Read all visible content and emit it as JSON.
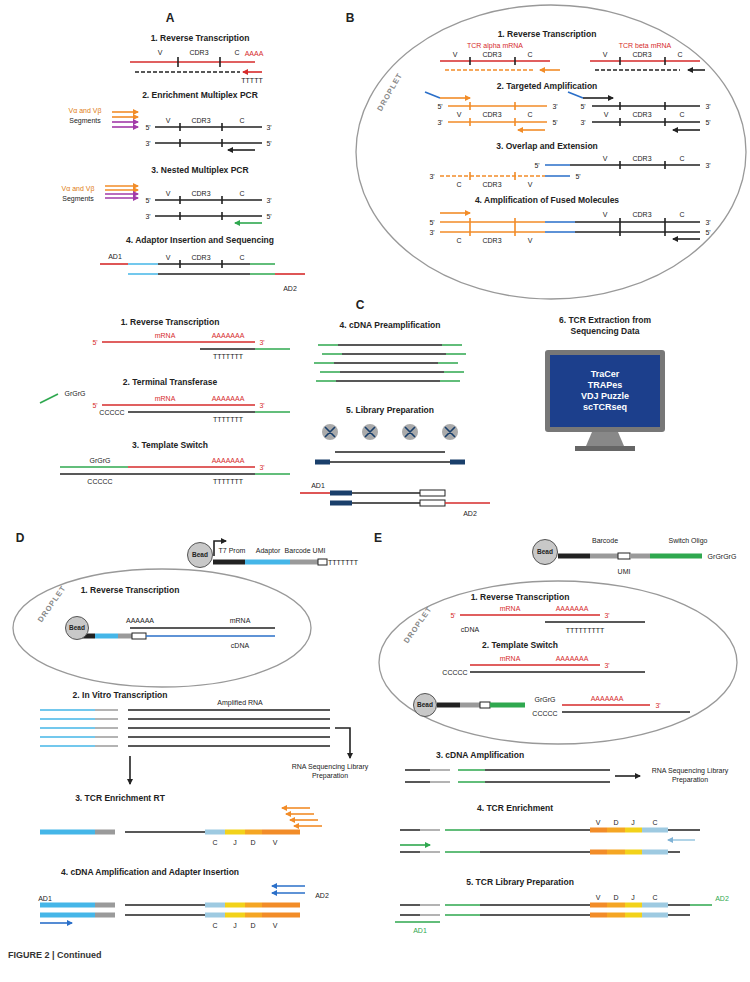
{
  "diagram": {
    "caption": "FIGURE 2 | Continued",
    "nodes": [
      {
        "text": [
          "DROPLET"
        ]
      },
      {
        "text": [
          "TraCer",
          "TRAPes",
          "VDJ Puzzle",
          "scTCRseq"
        ]
      },
      {
        "text": [
          "Bead"
        ]
      },
      {
        "text": [
          "DROPLET"
        ]
      },
      {
        "text": [
          "Bead"
        ],
        "in": 3
      },
      {
        "text": [
          "Bead"
        ]
      },
      {
        "text": [
          "DROPLET"
        ]
      },
      {
        "text": [
          "Bead"
        ],
        "in": 6
      }
    ],
    "labels": [
      "A",
      "1. Reverse Transcription",
      "V",
      "CDR3",
      "C",
      "AAAA",
      "TTTTT",
      "2. Enrichment Multiplex PCR",
      "Vα and Vβ",
      "Segments",
      "5'",
      "V",
      "CDR3",
      "C",
      "3'",
      "3'",
      "5'",
      "3. Nested Multiplex PCR",
      "Vα and Vβ",
      "Segments",
      "5'",
      "V",
      "CDR3",
      "C",
      "3'",
      "3'",
      "5'",
      "4. Adaptor Insertion and Sequencing",
      "AD1",
      "V",
      "CDR3",
      "C",
      "AD2",
      "B",
      "1. Reverse Transcription",
      "TCR alpha mRNA",
      "TCR beta mRNA",
      "V",
      "CDR3",
      "C",
      "V",
      "CDR3",
      "C",
      "2. Targeted Amplification",
      "5'",
      "V",
      "CDR3",
      "C",
      "3'",
      "3'",
      "5'",
      "5'",
      "V",
      "CDR3",
      "C",
      "3'",
      "3'",
      "5'",
      "3. Overlap and Extension",
      "5'",
      "V",
      "CDR3",
      "C",
      "3'",
      "3'",
      "C",
      "CDR3",
      "V",
      "5'",
      "4. Amplification of Fused Molecules",
      "5'",
      "3'",
      "V",
      "CDR3",
      "C",
      "3'",
      "5'",
      "C",
      "CDR3",
      "V",
      "C",
      "1. Reverse Transcription",
      "5'",
      "mRNA",
      "AAAAAAA",
      "3'",
      "TTTTTTT",
      "2. Terminal Transferase",
      "GrGrG",
      "5'",
      "mRNA",
      "AAAAAAA",
      "3'",
      "CCCCC",
      "TTTTTTT",
      "3. Template Switch",
      "GrGrG",
      "AAAAAAA",
      "3'",
      "CCCCC",
      "TTTTTTT",
      "4. cDNA Preamplification",
      "5. Library Preparation",
      "AD1",
      "AD2",
      "6. TCR Extraction from Sequencing Data",
      "D",
      "T7 Prom",
      "Adaptor",
      "Barcode UMI",
      "TTTTTTT",
      "1. Reverse Transcription",
      "AAAAAA",
      "mRNA",
      "cDNA",
      "2. In Vitro Transcription",
      "Amplified RNA",
      "RNA Sequencing Library Preparation",
      "3. TCR Enrichment RT",
      "C",
      "J",
      "D",
      "V",
      "4. cDNA Amplification and Adapter Insertion",
      "AD1",
      "AD2",
      "C",
      "J",
      "D",
      "V",
      "E",
      "Barcode",
      "Switch Oligo",
      "UMI",
      "GrGrGrG",
      "1. Reverse Transcription",
      "5'",
      "mRNA",
      "AAAAAAA",
      "3'",
      "cDNA",
      "TTTTTTTTT",
      "2. Template Switch",
      "mRNA",
      "AAAAAAA",
      "3'",
      "CCCCC",
      "GrGrG",
      "CCCCC",
      "AAAAAAA",
      "3'",
      "3. cDNA Amplification",
      "RNA Sequencing Library Preparation",
      "4. TCR Enrichment",
      "V",
      "D",
      "J",
      "C",
      "5. TCR Library Preparation",
      "V",
      "D",
      "J",
      "C",
      "AD1",
      "AD2"
    ]
  }
}
